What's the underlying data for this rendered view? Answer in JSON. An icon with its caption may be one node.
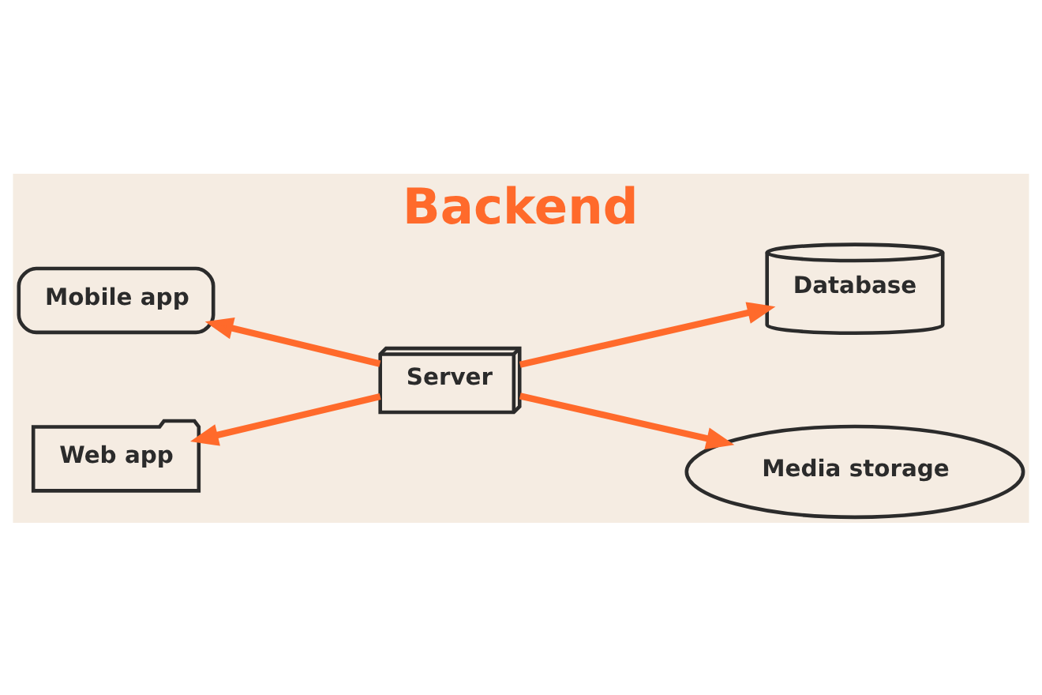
{
  "diagram": {
    "title": "Backend",
    "nodes": [
      {
        "text": [
          "Mobile app"
        ]
      },
      {
        "text": [
          "Database"
        ]
      },
      {
        "text": [
          "Server"
        ]
      },
      {
        "text": [
          "Web app"
        ]
      },
      {
        "text": [
          "Media storage"
        ]
      }
    ],
    "edges": [
      {
        "from": 2,
        "to": 0,
        "arrow": "to"
      },
      {
        "from": 2,
        "to": 1,
        "arrow": "to"
      },
      {
        "from": 2,
        "to": 3,
        "arrow": "to"
      },
      {
        "from": 2,
        "to": 4,
        "arrow": "to"
      }
    ]
  }
}
